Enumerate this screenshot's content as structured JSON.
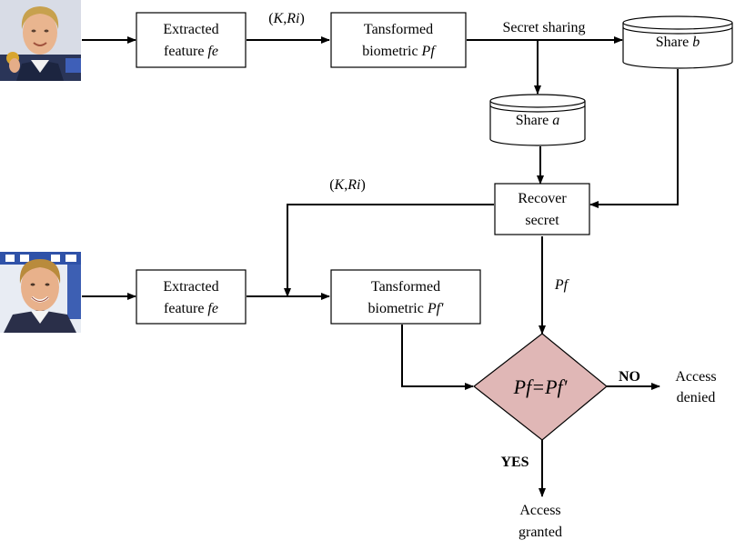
{
  "photos": {
    "enroll": {
      "description": "face-photo-enrollment"
    },
    "verify": {
      "description": "face-photo-verification"
    }
  },
  "enroll_row": {
    "extract_line1": "Extracted",
    "extract_line2_prefix": "feature ",
    "extract_line2_var": "fe",
    "param_open": "(",
    "param_k": "K",
    "param_comma": ",",
    "param_ri": "Ri",
    "param_close": ")",
    "transform_line1": "Tansformed",
    "transform_line2_prefix": "biometric ",
    "transform_line2_var": "Pf",
    "secret_sharing": "Secret sharing"
  },
  "shares": {
    "b_prefix": "Share ",
    "b_var": "b",
    "a_prefix": "Share ",
    "a_var": "a"
  },
  "recover": {
    "line1": "Recover",
    "line2": "secret",
    "param_open": "(",
    "param_k": "K",
    "param_comma": ",",
    "param_ri": "Ri",
    "param_close": ")",
    "output_label": "Pf"
  },
  "verify_row": {
    "extract_line1": "Extracted",
    "extract_line2_prefix": "feature ",
    "extract_line2_var": "fe",
    "transform_line1": "Tansformed",
    "transform_line2_prefix": "biometric ",
    "transform_line2_var": "Pf'"
  },
  "decision": {
    "label": "Pf=Pf'",
    "no": "NO",
    "yes": "YES",
    "denied_line1": "Access",
    "denied_line2": "denied",
    "granted_line1": "Access",
    "granted_line2": "granted",
    "fill": "#e0b7b6"
  }
}
